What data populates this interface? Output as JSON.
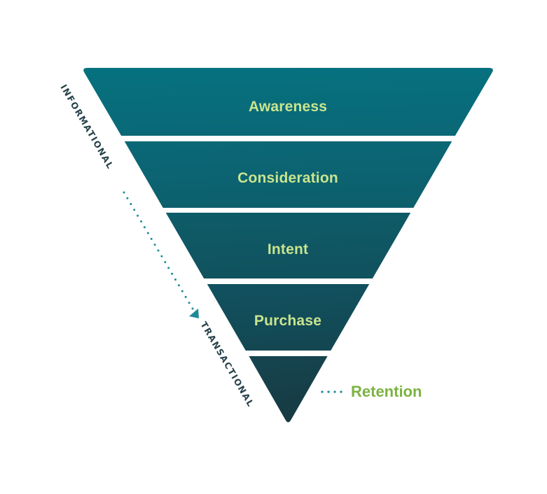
{
  "diagram": {
    "type": "inverted-funnel",
    "stages": [
      {
        "label": "Awareness",
        "color_top": "#06727f",
        "color_bottom": "#0a6877"
      },
      {
        "label": "Consideration",
        "color_top": "#0a6877",
        "color_bottom": "#0d5f6c"
      },
      {
        "label": "Intent",
        "color_top": "#0e5c69",
        "color_bottom": "#10525e"
      },
      {
        "label": "Purchase",
        "color_top": "#115260",
        "color_bottom": "#134752"
      },
      {
        "label": "",
        "color_top": "#154550",
        "color_bottom": "#173a43"
      }
    ],
    "outside_label": {
      "text": "Retention",
      "stage_index": 4,
      "color": "#7cb342",
      "connector": "dotted"
    },
    "axis": {
      "start_label": "INFORMATIONAL",
      "end_label": "TRANSACTIONAL",
      "arrow_color": "#1b8a99",
      "text_color": "#26414a"
    },
    "label_color": "#c9e58e"
  }
}
